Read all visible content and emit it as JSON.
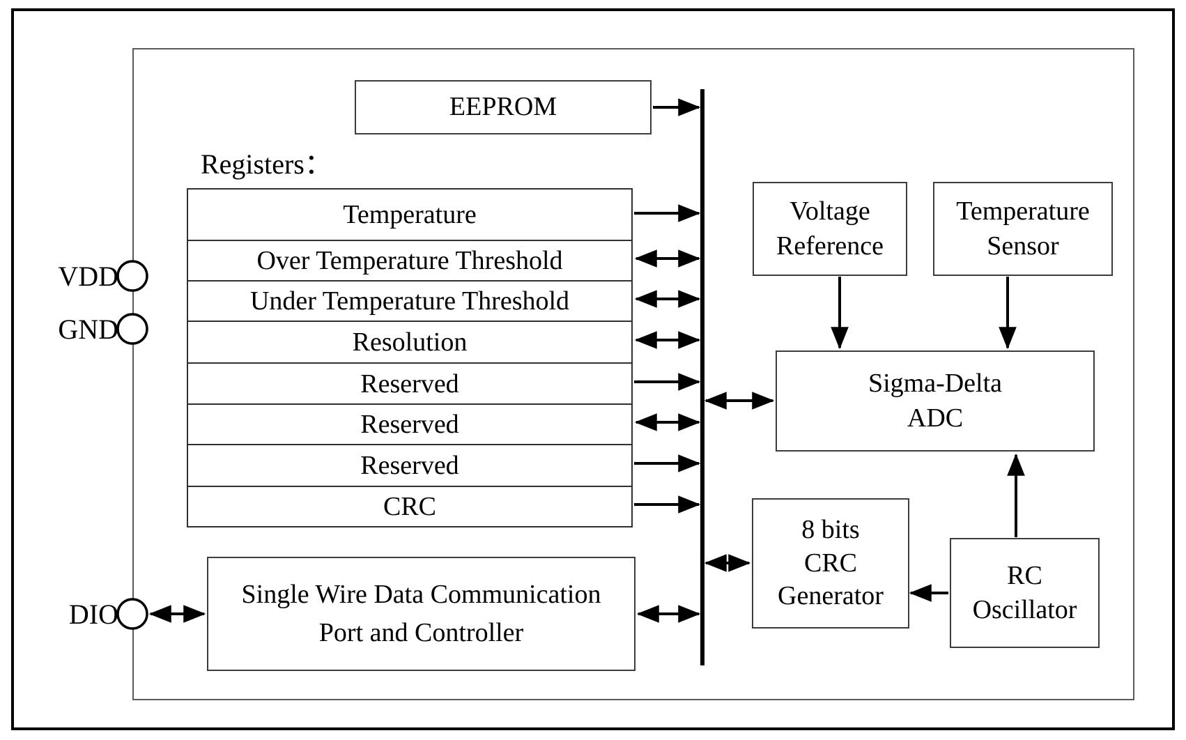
{
  "diagram": {
    "registers_heading": "Registers：",
    "pins": {
      "vdd": "VDD",
      "gnd": "GND",
      "dio": "DIO"
    },
    "blocks": {
      "eeprom": "EEPROM",
      "single_wire_port": [
        "Single Wire Data Communication",
        "Port and Controller"
      ],
      "voltage_reference": [
        "Voltage",
        "Reference"
      ],
      "temperature_sensor": [
        "Temperature",
        "Sensor"
      ],
      "sigma_delta_adc": [
        "Sigma-Delta",
        "ADC"
      ],
      "crc_generator": [
        "8 bits",
        "CRC",
        "Generator"
      ],
      "rc_oscillator": [
        "RC",
        "Oscillator"
      ]
    },
    "registers": [
      "Temperature",
      "Over Temperature Threshold",
      "Under Temperature Threshold",
      "Resolution",
      "Reserved",
      "Reserved",
      "Reserved",
      "CRC"
    ],
    "connections": [
      {
        "from": "EEPROM",
        "to": "internal bus",
        "direction": "one-way"
      },
      {
        "from": "register Temperature",
        "to": "internal bus",
        "direction": "one-way"
      },
      {
        "from": "register Over Temperature Threshold",
        "to": "internal bus",
        "direction": "bidirectional"
      },
      {
        "from": "register Under Temperature Threshold",
        "to": "internal bus",
        "direction": "bidirectional"
      },
      {
        "from": "register Resolution",
        "to": "internal bus",
        "direction": "bidirectional"
      },
      {
        "from": "register Reserved (1)",
        "to": "internal bus",
        "direction": "one-way"
      },
      {
        "from": "register Reserved (2)",
        "to": "internal bus",
        "direction": "bidirectional"
      },
      {
        "from": "register Reserved (3)",
        "to": "internal bus",
        "direction": "one-way"
      },
      {
        "from": "register CRC",
        "to": "internal bus",
        "direction": "one-way"
      },
      {
        "from": "internal bus",
        "to": "Sigma-Delta ADC",
        "direction": "bidirectional"
      },
      {
        "from": "Voltage Reference",
        "to": "Sigma-Delta ADC",
        "direction": "one-way"
      },
      {
        "from": "Temperature Sensor",
        "to": "Sigma-Delta ADC",
        "direction": "one-way"
      },
      {
        "from": "RC Oscillator",
        "to": "Sigma-Delta ADC",
        "direction": "one-way"
      },
      {
        "from": "RC Oscillator",
        "to": "8 bits CRC Generator",
        "direction": "one-way"
      },
      {
        "from": "internal bus",
        "to": "8 bits CRC Generator",
        "direction": "bidirectional"
      },
      {
        "from": "internal bus",
        "to": "Single Wire Data Communication Port and Controller",
        "direction": "bidirectional"
      },
      {
        "from": "DIO pin",
        "to": "Single Wire Data Communication Port and Controller",
        "direction": "bidirectional"
      }
    ],
    "colors": {
      "wire": "#000000",
      "background": "#ffffff",
      "box_border": "#3c3c3c"
    }
  }
}
